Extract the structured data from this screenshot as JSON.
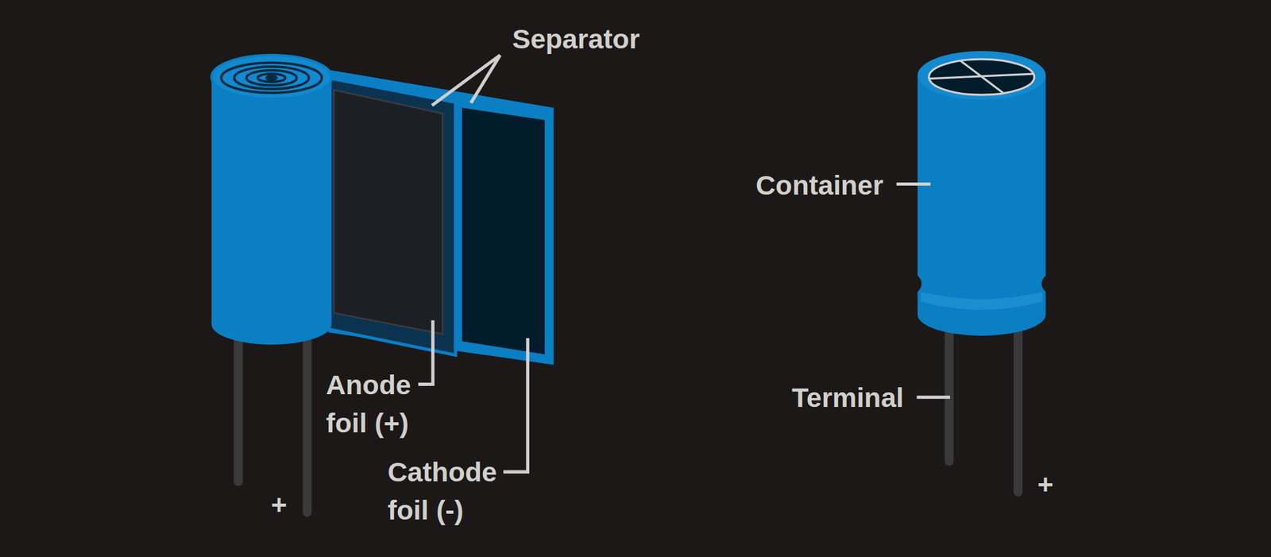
{
  "diagram": {
    "labels": [
      "Separator",
      "Anode foil (+)",
      "Cathode foil (-)",
      "+",
      "Container",
      "Terminal",
      "+"
    ]
  }
}
